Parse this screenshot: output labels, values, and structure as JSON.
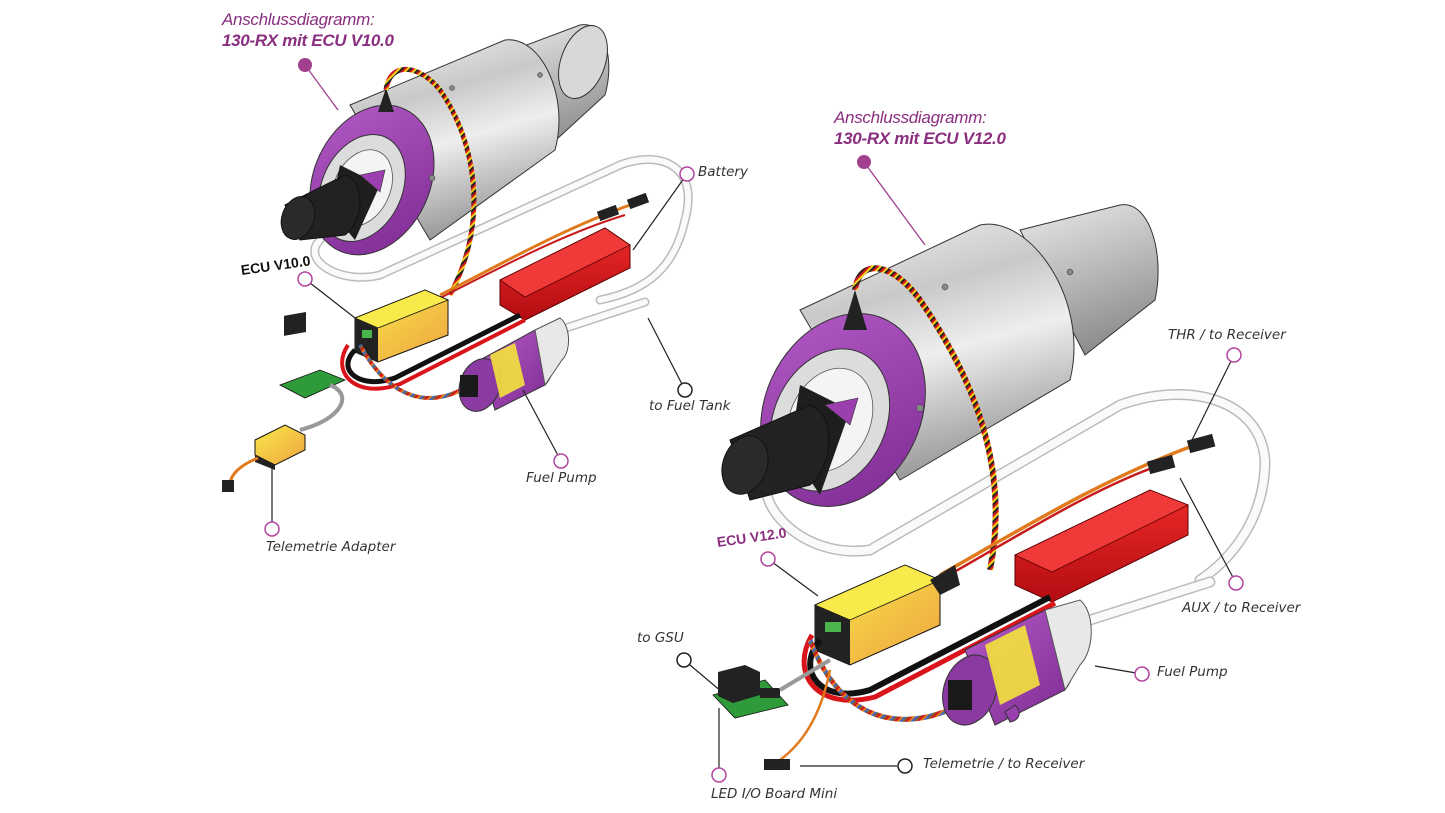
{
  "colors": {
    "accent_purple": "#8a2e7f",
    "engine_purple": "#9b3fb0",
    "battery_red": "#d9141b",
    "ecu_yellow": "#f4e23c",
    "pcb_green": "#2f9a3a",
    "callout_magenta": "#b0459f",
    "callout_black": "#222222"
  },
  "diagrams": [
    {
      "id": "v10",
      "title_line1": "Anschlussdiagramm:",
      "title_line2": "130-RX mit ECU V10.0",
      "ecu_label": "ECU V10.0",
      "labels": {
        "battery": "Battery",
        "fuel_tank": "to Fuel Tank",
        "fuel_pump": "Fuel Pump",
        "telemetrie_adapter": "Telemetrie Adapter"
      }
    },
    {
      "id": "v12",
      "title_line1": "Anschlussdiagramm:",
      "title_line2": "130-RX mit ECU V12.0",
      "ecu_label": "ECU V12.0",
      "labels": {
        "thr_receiver": "THR / to Receiver",
        "aux_receiver": "AUX / to Receiver",
        "fuel_pump": "Fuel Pump",
        "gsu": "to GSU",
        "led_board": "LED I/O Board Mini",
        "telemetrie_receiver": "Telemetrie / to Receiver"
      }
    }
  ]
}
